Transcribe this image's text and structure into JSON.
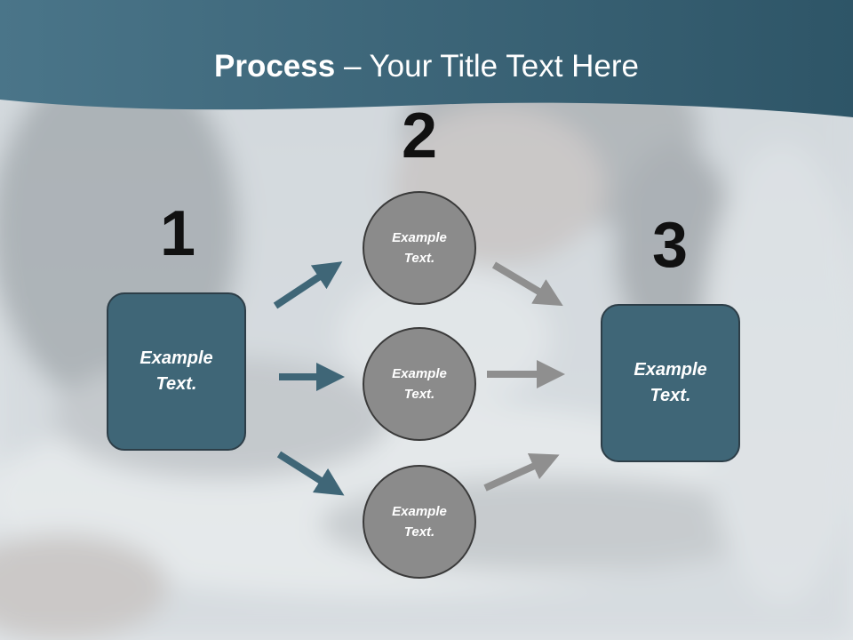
{
  "slide": {
    "title_bold": "Process",
    "title_rest": " – Your Title Text Here",
    "steps": [
      {
        "number": "1",
        "text": "Example\nText."
      },
      {
        "number": "2"
      },
      {
        "number": "3",
        "text": "Example\nText."
      }
    ],
    "circles": [
      {
        "text": "Example\nText."
      },
      {
        "text": "Example\nText."
      },
      {
        "text": "Example\nText."
      }
    ]
  },
  "colors": {
    "header": "#3f6677",
    "box_fill": "#3f6677",
    "circle_fill": "#8b8b8b",
    "arrow_left": "#3f6677",
    "arrow_right": "#8f8f8f"
  }
}
